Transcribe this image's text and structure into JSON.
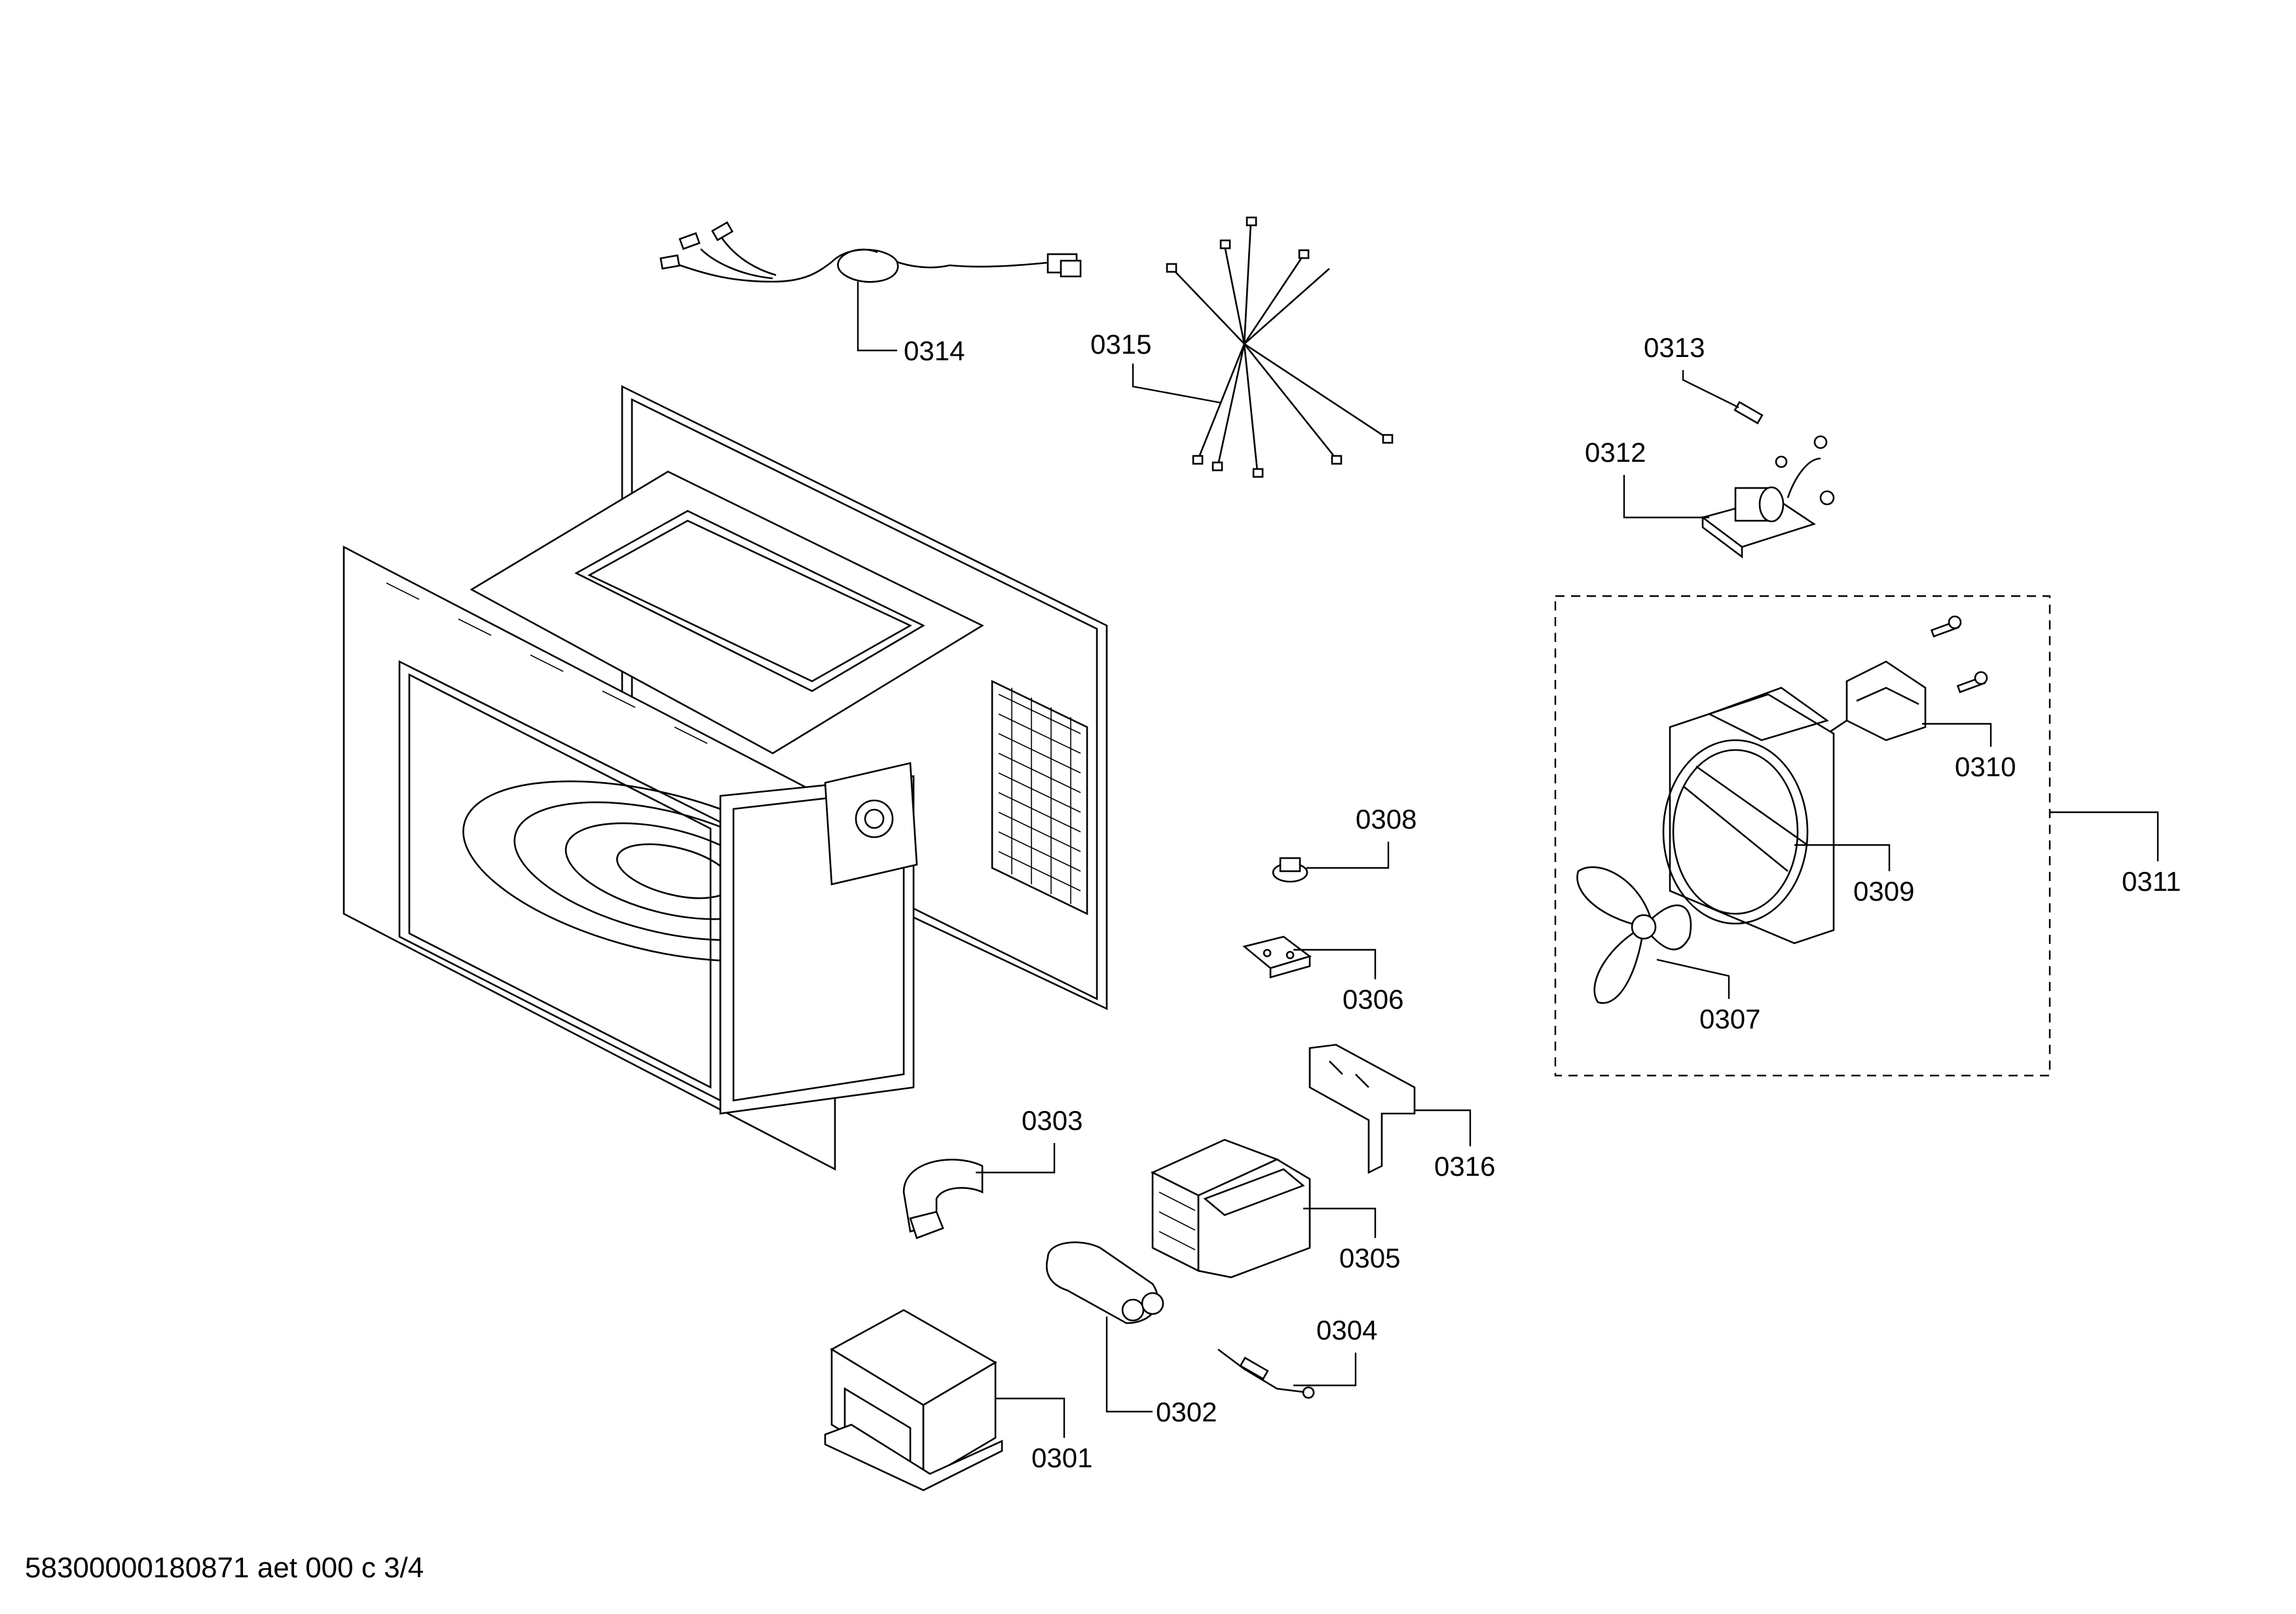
{
  "labels": {
    "p0301": "0301",
    "p0302": "0302",
    "p0303": "0303",
    "p0304": "0304",
    "p0305": "0305",
    "p0306": "0306",
    "p0307": "0307",
    "p0308": "0308",
    "p0309": "0309",
    "p0310": "0310",
    "p0311": "0311",
    "p0312": "0312",
    "p0313": "0313",
    "p0314": "0314",
    "p0315": "0315",
    "p0316": "0316"
  },
  "footer": "58300000180871 aet 000 c 3/4"
}
